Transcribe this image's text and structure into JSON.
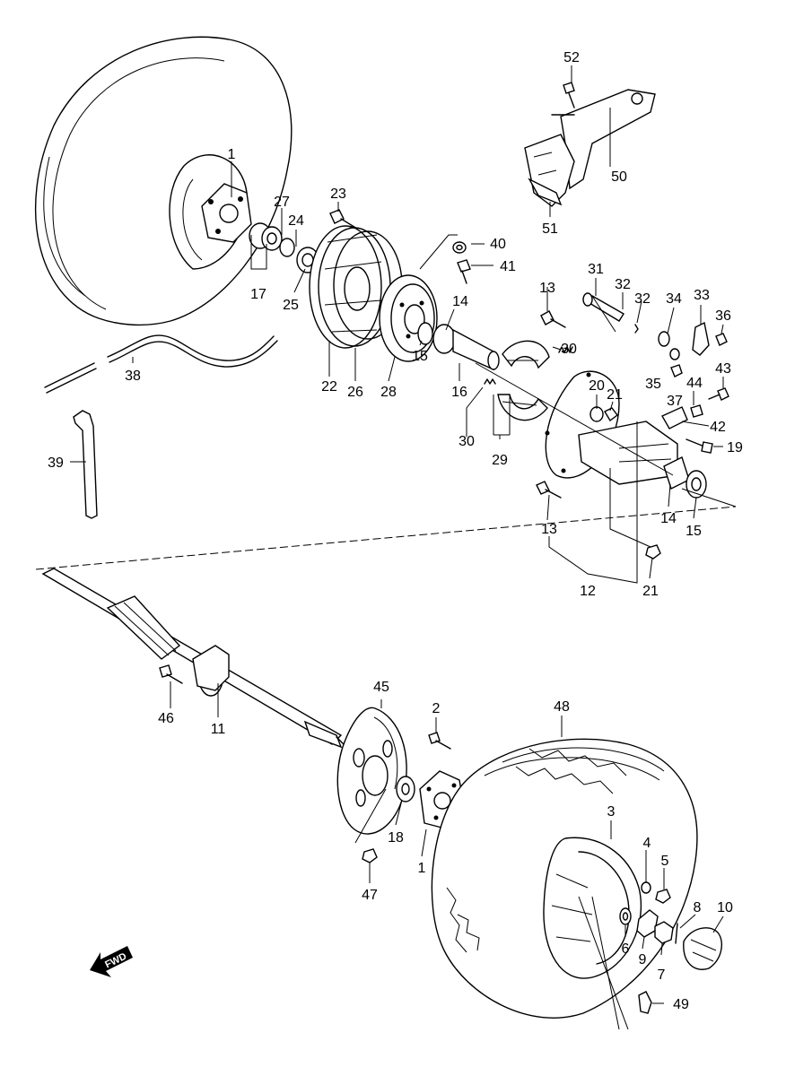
{
  "diagram": {
    "fwd_label": "FWD",
    "callouts": [
      {
        "id": "1a",
        "text": "1"
      },
      {
        "id": "1b",
        "text": "1"
      },
      {
        "id": "2",
        "text": "2"
      },
      {
        "id": "3",
        "text": "3"
      },
      {
        "id": "4",
        "text": "4"
      },
      {
        "id": "5",
        "text": "5"
      },
      {
        "id": "6",
        "text": "6"
      },
      {
        "id": "7",
        "text": "7"
      },
      {
        "id": "8",
        "text": "8"
      },
      {
        "id": "9",
        "text": "9"
      },
      {
        "id": "10",
        "text": "10"
      },
      {
        "id": "11",
        "text": "11"
      },
      {
        "id": "12",
        "text": "12"
      },
      {
        "id": "13a",
        "text": "13"
      },
      {
        "id": "13b",
        "text": "13"
      },
      {
        "id": "14a",
        "text": "14"
      },
      {
        "id": "14b",
        "text": "14"
      },
      {
        "id": "15a",
        "text": "15"
      },
      {
        "id": "15b",
        "text": "15"
      },
      {
        "id": "16",
        "text": "16"
      },
      {
        "id": "17",
        "text": "17"
      },
      {
        "id": "18",
        "text": "18"
      },
      {
        "id": "19",
        "text": "19"
      },
      {
        "id": "20",
        "text": "20"
      },
      {
        "id": "21a",
        "text": "21"
      },
      {
        "id": "21b",
        "text": "21"
      },
      {
        "id": "22",
        "text": "22"
      },
      {
        "id": "23",
        "text": "23"
      },
      {
        "id": "24",
        "text": "24"
      },
      {
        "id": "25",
        "text": "25"
      },
      {
        "id": "26",
        "text": "26"
      },
      {
        "id": "27",
        "text": "27"
      },
      {
        "id": "28",
        "text": "28"
      },
      {
        "id": "29",
        "text": "29"
      },
      {
        "id": "30a",
        "text": "30"
      },
      {
        "id": "30b",
        "text": "30"
      },
      {
        "id": "31",
        "text": "31"
      },
      {
        "id": "32a",
        "text": "32"
      },
      {
        "id": "32b",
        "text": "32"
      },
      {
        "id": "33",
        "text": "33"
      },
      {
        "id": "34",
        "text": "34"
      },
      {
        "id": "35",
        "text": "35"
      },
      {
        "id": "36",
        "text": "36"
      },
      {
        "id": "37",
        "text": "37"
      },
      {
        "id": "38",
        "text": "38"
      },
      {
        "id": "39",
        "text": "39"
      },
      {
        "id": "40",
        "text": "40"
      },
      {
        "id": "41",
        "text": "41"
      },
      {
        "id": "42",
        "text": "42"
      },
      {
        "id": "43",
        "text": "43"
      },
      {
        "id": "44",
        "text": "44"
      },
      {
        "id": "45",
        "text": "45"
      },
      {
        "id": "46",
        "text": "46"
      },
      {
        "id": "47",
        "text": "47"
      },
      {
        "id": "48",
        "text": "48"
      },
      {
        "id": "49",
        "text": "49"
      },
      {
        "id": "50",
        "text": "50"
      },
      {
        "id": "51",
        "text": "51"
      },
      {
        "id": "52",
        "text": "52"
      }
    ]
  }
}
